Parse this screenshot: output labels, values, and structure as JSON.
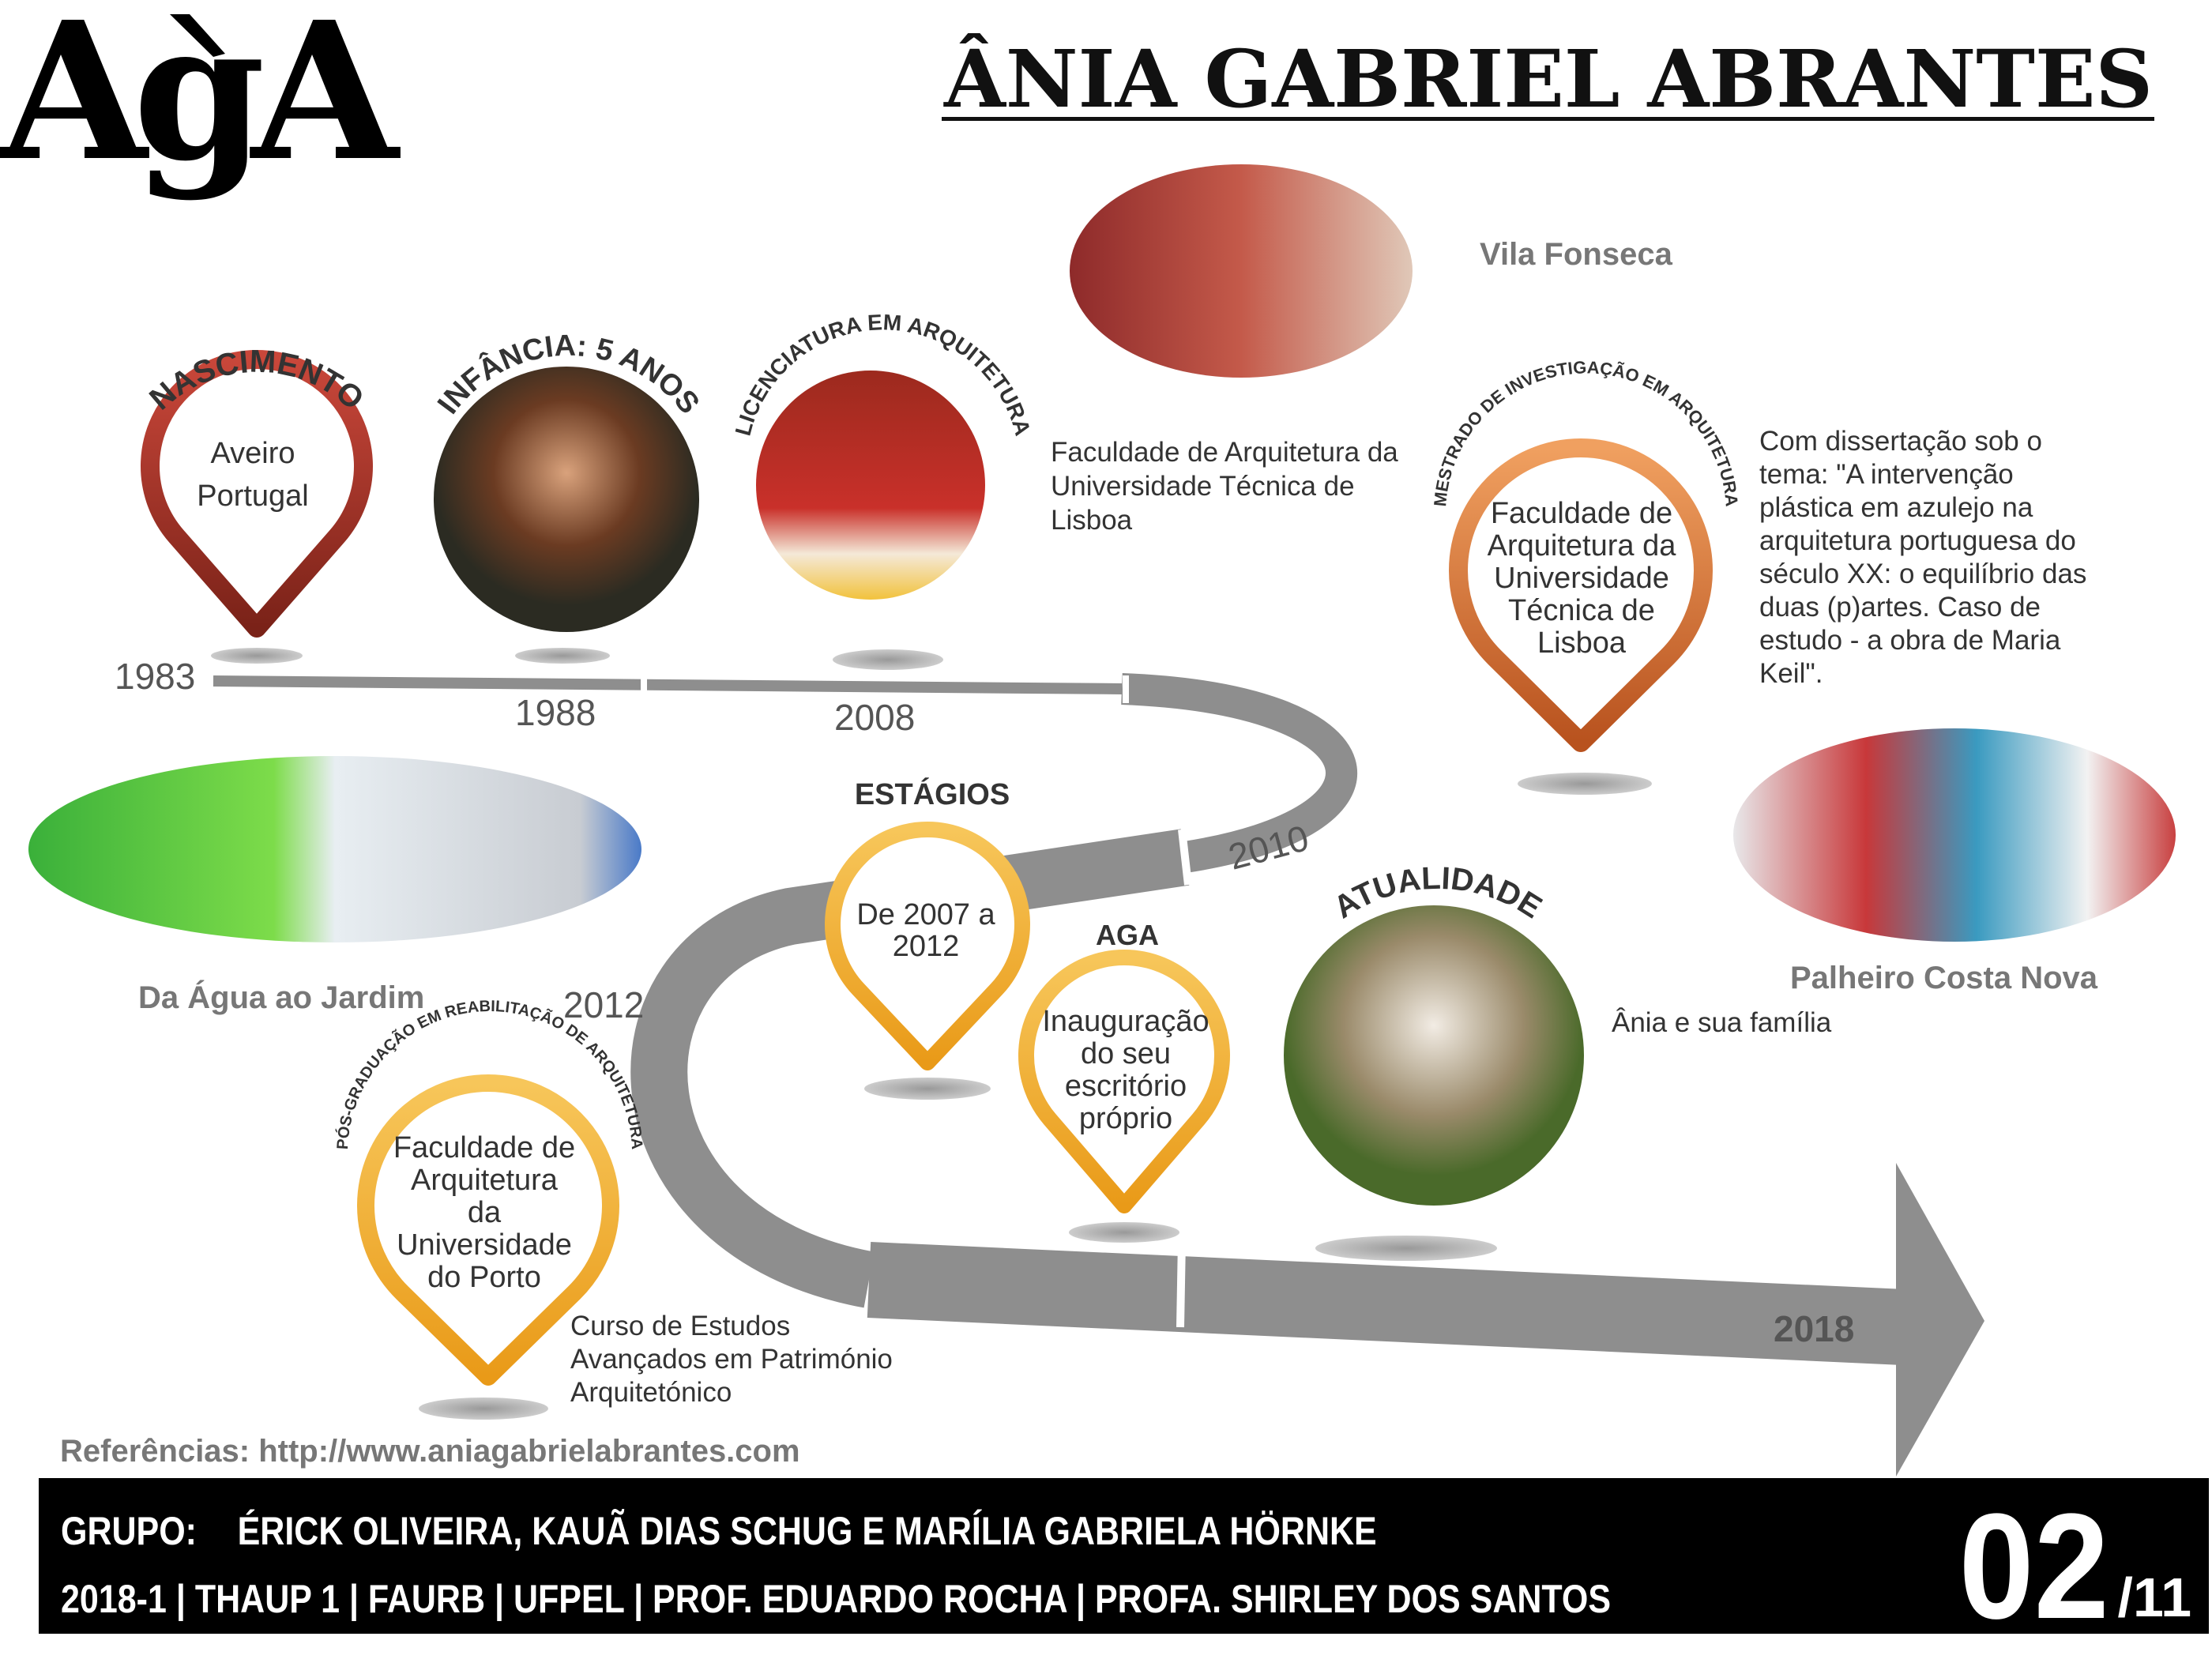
{
  "logo_text": "AGA",
  "title": "ÂNIA GABRIEL ABRANTES",
  "colors": {
    "red": "#a3362a",
    "orange": "#d8702e",
    "yellow": "#f2ac2d",
    "road": "#8e8e8e",
    "footer": "#000000"
  },
  "timeline": {
    "years": [
      "1983",
      "1988",
      "2008",
      "2010",
      "2012",
      "2018"
    ],
    "nascimento": {
      "label": "NASCIMENTO",
      "lines": [
        "Aveiro",
        "Portugal"
      ]
    },
    "infancia": {
      "label": "INFÂNCIA: 5 ANOS"
    },
    "licenciatura": {
      "label": "LICENCIATURA EM ARQUITETURA",
      "desc": [
        "Faculdade de Arquitetura da",
        "Universidade Técnica de",
        "Lisboa"
      ]
    },
    "mestrado": {
      "label": "MESTRADO DE INVESTIGAÇÃO EM ARQUITETURA",
      "lines": [
        "Faculdade de",
        "Arquitetura da",
        "Universidade",
        "Técnica de",
        "Lisboa"
      ],
      "desc": [
        "Com dissertação sob o",
        "tema: \"A intervenção",
        "plástica em azulejo na",
        "arquitetura portuguesa do",
        "século XX: o equilíbrio das",
        "duas (p)artes. Caso de",
        "estudo - a obra de Maria",
        "Keil\"."
      ]
    },
    "estagios": {
      "label": "ESTÁGIOS",
      "lines": [
        "De 2007 a",
        "2012"
      ]
    },
    "aga": {
      "label": "AGA",
      "lines": [
        "Inauguração",
        "do seu",
        "escritório",
        "próprio"
      ]
    },
    "posgraduacao": {
      "label": "PÓS-GRADUAÇÃO EM REABILITAÇÃO DE ARQUITETURA",
      "lines": [
        "Faculdade de",
        "Arquitetura",
        "da",
        "Universidade",
        "do Porto"
      ],
      "desc": [
        "Curso de Estudos",
        "Avançados em Património",
        "Arquitetónico"
      ]
    },
    "atualidade": {
      "label": "ATUALIDADE",
      "desc": "Ânia e sua família"
    }
  },
  "captions": {
    "vila_fonseca": "Vila Fonseca",
    "agua_jardim": "Da Água ao Jardim",
    "palheiro": "Palheiro Costa Nova"
  },
  "references": "Referências: http://www.aniagabrielabrantes.com",
  "footer": {
    "group_label": "GRUPO:",
    "members": "ÉRICK OLIVEIRA, KAUÃ DIAS SCHUG E MARÍLIA GABRIELA HÖRNKE",
    "course": "2018-1 | THAUP 1 | FAURB | UFPEL | PROF. EDUARDO ROCHA | PROFA. SHIRLEY DOS SANTOS",
    "page": "02",
    "total": "/11"
  }
}
